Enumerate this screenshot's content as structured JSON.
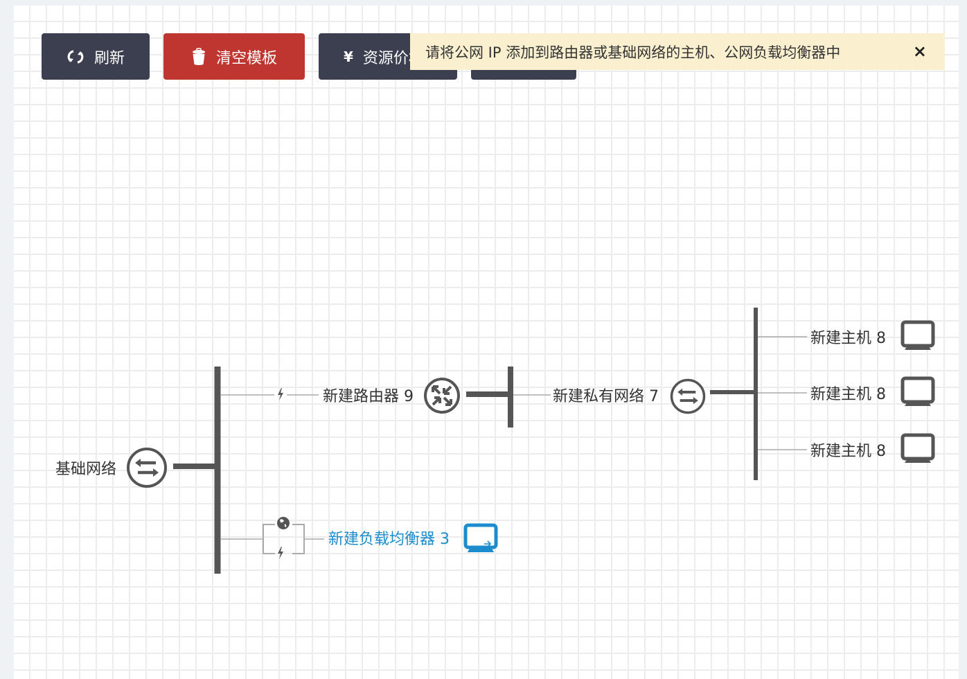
{
  "toolbar": {
    "refresh": {
      "label": "刷新",
      "icon": "refresh-icon"
    },
    "clear": {
      "label": "清空模板",
      "icon": "trash-icon"
    },
    "cost": {
      "label": "资源价格",
      "icon": "yen-icon",
      "symbol": "¥"
    },
    "fourth": {
      "label": ""
    }
  },
  "notice": {
    "text": "请将公网 IP 添加到路由器或基础网络的主机、公网负载均衡器中",
    "close_symbol": "×",
    "bg_color": "#faf0cf"
  },
  "diagram": {
    "base_network": {
      "label": "基础网络",
      "icon": "network-switch-icon"
    },
    "router": {
      "label": "新建路由器 9",
      "icon": "router-icon",
      "link_icon": "eip-bolt-icon"
    },
    "private_network": {
      "label": "新建私有网络 7",
      "icon": "network-switch-icon"
    },
    "hosts": [
      {
        "label": "新建主机 8",
        "icon": "monitor-icon"
      },
      {
        "label": "新建主机 8",
        "icon": "monitor-icon"
      },
      {
        "label": "新建主机 8",
        "icon": "monitor-icon"
      }
    ],
    "load_balancer": {
      "label": "新建负载均衡器 3",
      "icon": "load-balancer-monitor-icon",
      "link_icons": [
        "globe-icon",
        "eip-bolt-icon"
      ],
      "color": "#1c8ccc"
    },
    "line_color": "#555555",
    "thin_line_color": "#aaaaaa"
  }
}
